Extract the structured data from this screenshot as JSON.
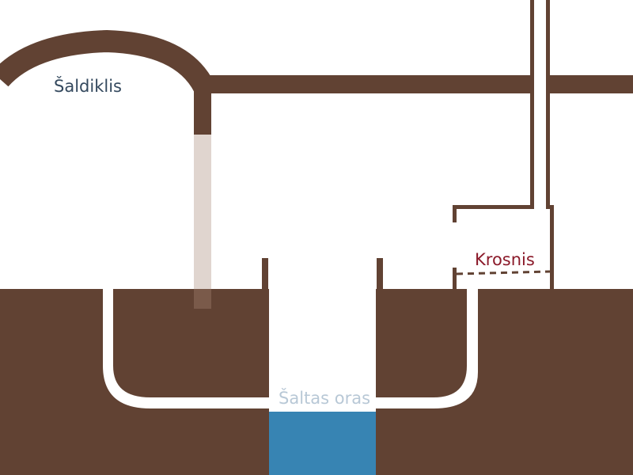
{
  "colors": {
    "earth": "#614233",
    "cold_pipe": "#e0d5cf",
    "water": "#3784b3",
    "background": "#ffffff"
  },
  "labels": {
    "freezer": {
      "text": "Šaldiklis",
      "color": "#34495e"
    },
    "furnace": {
      "text": "Krosnis",
      "color": "#8b1a2a"
    },
    "cold_air": {
      "text": "Šaltas oras",
      "color": "#b8c8d6"
    }
  }
}
